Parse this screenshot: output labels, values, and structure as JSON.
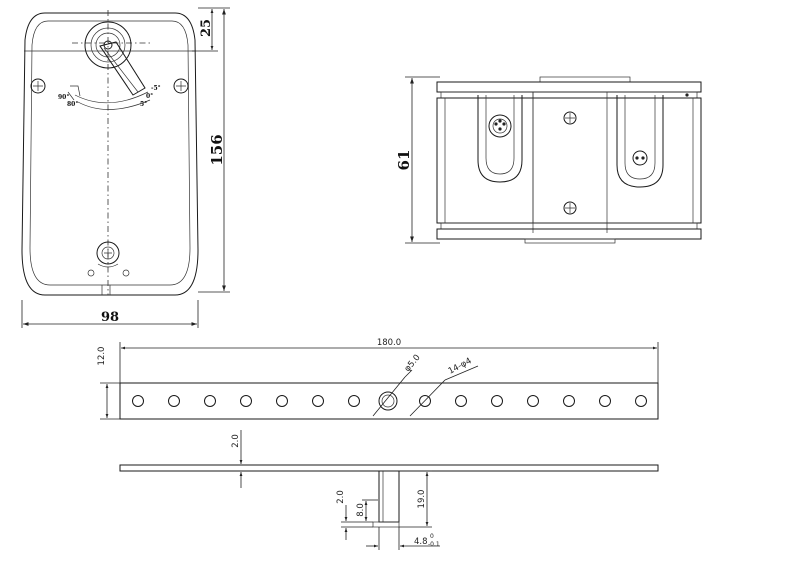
{
  "front_view": {
    "height_dim": "156",
    "width_dim": "98",
    "top_offset_dim": "25",
    "angle_labels": [
      "90°",
      "80°",
      "-5°",
      "0°",
      "5°"
    ]
  },
  "side_view": {
    "height_dim": "61"
  },
  "bracket_top": {
    "length_dim": "180.0",
    "width_dim": "12.0",
    "large_hole_dim": "φ5.0",
    "small_holes_dim": "14-φ4"
  },
  "bracket_side": {
    "thickness_dim": "2.0",
    "pin_height_dim": "19.0",
    "collar_dim": "2.0",
    "pin_len_dim": "8.0",
    "pin_width_dim": "4.8",
    "pin_tol_upper": "0",
    "pin_tol_lower": "-0.1"
  }
}
